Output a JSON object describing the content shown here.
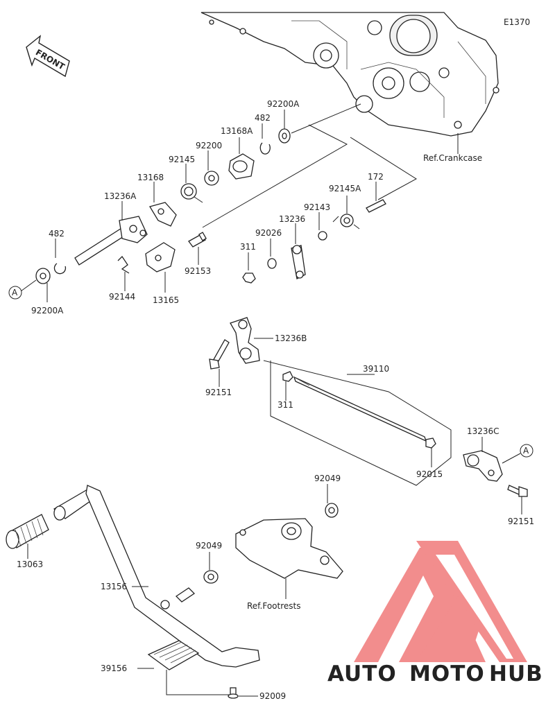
{
  "diagram_code": "E1370",
  "front_label": "FRONT",
  "refs": {
    "crankcase": "Ref.Crankcase",
    "footrests": "Ref.Footrests"
  },
  "markers": {
    "a_top": "A",
    "a_right": "A"
  },
  "parts": {
    "p92200A_top": "92200A",
    "p482_top": "482",
    "p13168A": "13168A",
    "p92200": "92200",
    "p92145": "92145",
    "p13168": "13168",
    "p13236A": "13236A",
    "p482_left": "482",
    "p92200A_left": "92200A",
    "p92144": "92144",
    "p13165": "13165",
    "p92153": "92153",
    "p311_top": "311",
    "p92026": "92026",
    "p13236": "13236",
    "p92143": "92143",
    "p92145A": "92145A",
    "p172": "172",
    "p13236B": "13236B",
    "p92151_left": "92151",
    "p39110": "39110",
    "p311_mid": "311",
    "p92015": "92015",
    "p13236C": "13236C",
    "p92151_right": "92151",
    "p92049_top": "92049",
    "p92049_mid": "92049",
    "p13063": "13063",
    "p13156": "13156",
    "p39156": "39156",
    "p92009": "92009"
  },
  "watermark": {
    "part1": "AUTO",
    "part2": "MOTO",
    "part3": "HUB",
    "color_light": "#f4c29a",
    "color_red": "#f07a7a",
    "color_gray": "#b9b9b9"
  }
}
